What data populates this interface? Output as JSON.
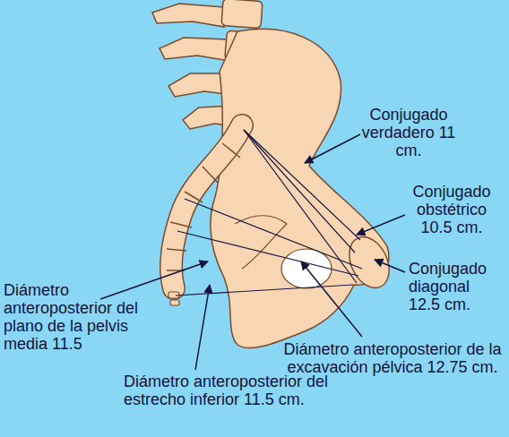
{
  "diagram": {
    "labels": [
      "Conjugado verdadero 11 cm.",
      "Conjugado obstétrico 10.5 cm.",
      "Conjugado diagonal 12.5 cm.",
      "Diámetro anteroposterior del plano de la pelvis media 11.5",
      "Diámetro anteroposterior de la excavación pélvica 12.75 cm.",
      "Diámetro anteroposterior del estrecho inferior 11.5 cm."
    ]
  }
}
